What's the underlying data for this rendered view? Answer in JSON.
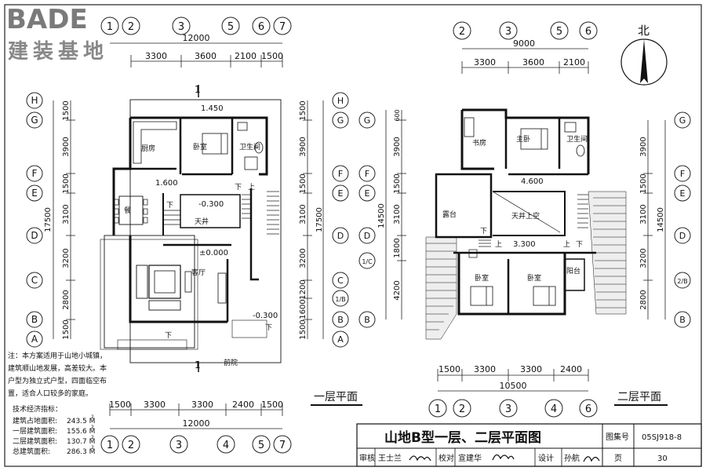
{
  "watermark": {
    "brand": "BADE",
    "name": "建装基地"
  },
  "north": "北",
  "grid_labels": {
    "top_left": [
      "1",
      "2",
      "3",
      "5",
      "6",
      "7"
    ],
    "bottom_left": [
      "1",
      "2",
      "3",
      "4",
      "5",
      "7"
    ],
    "top_right": [
      "2",
      "3",
      "5",
      "6"
    ],
    "bottom_right": [
      "1",
      "2",
      "3",
      "4",
      "6"
    ],
    "rows_left": [
      "H",
      "G",
      "F",
      "E",
      "D",
      "C",
      "B",
      "A"
    ],
    "rows_mid_a": [
      "H",
      "G",
      "F",
      "E",
      "D",
      "C",
      "1/B",
      "B",
      "A"
    ],
    "rows_mid_b": [
      "G",
      "F",
      "E",
      "D",
      "1/C",
      "B"
    ],
    "rows_right": [
      "G",
      "F",
      "E",
      "D",
      "2/B",
      "B"
    ]
  },
  "dims": {
    "top_left_total": "12000",
    "top_left_parts": [
      "3300",
      "3600",
      "2100",
      "1500"
    ],
    "bottom_left_parts": [
      "1500",
      "3300",
      "3300",
      "2400",
      "1500"
    ],
    "bottom_left_total": "12000",
    "top_right_total": "9000",
    "top_right_parts": [
      "3300",
      "3600",
      "2100"
    ],
    "bottom_right_parts": [
      "1500",
      "3300",
      "3300",
      "2400"
    ],
    "bottom_right_total": "10500",
    "left_total": "17500",
    "left_parts": [
      "1500",
      "3900",
      "1500",
      "3100",
      "3200",
      "2800",
      "1500"
    ],
    "mid_a_total": "17500",
    "mid_a_parts": [
      "1500",
      "3900",
      "1500",
      "3100",
      "3200",
      "1200",
      "1600",
      "1500"
    ],
    "mid_b_total": "14500",
    "mid_b_parts": [
      "600",
      "3900",
      "1500",
      "3100",
      "1800",
      "4200"
    ],
    "right_total": "14500",
    "right_parts": [
      "3900",
      "1500",
      "3100",
      "3200",
      "2800"
    ]
  },
  "plan1": {
    "rooms": [
      "厨房",
      "卧室",
      "卫生间",
      "餐",
      "天井",
      "客厅",
      "前院"
    ],
    "levels": [
      "1.450",
      "1.600",
      "-0.300",
      "±0.000",
      "-0.300"
    ],
    "stair_marks": [
      "下",
      "上",
      "下",
      "下",
      "下"
    ],
    "section_mark": "1",
    "title": "一层平面"
  },
  "plan2": {
    "rooms": [
      "书房",
      "主卧",
      "卫生间",
      "露台",
      "天井上空",
      "卧室",
      "卧室",
      "阳台"
    ],
    "levels": [
      "4.600",
      "3.300"
    ],
    "stair_marks": [
      "下",
      "上",
      "上",
      "下"
    ],
    "title": "二层平面"
  },
  "notes": {
    "text": [
      "注：本方案适用于山地小城镇，",
      "建筑顺山地发展，高差较大。本",
      "户型为独立式户型，四面临空布",
      "置，适合人口较多的家庭。"
    ],
    "indicator_title": "技术经济指标：",
    "rows": [
      {
        "label": "建筑占地面积:",
        "value": "243.5 M",
        "sup": "2"
      },
      {
        "label": "一层建筑面积:",
        "value": "155.6 M",
        "sup": "2"
      },
      {
        "label": "二层建筑面积:",
        "value": "130.7 M",
        "sup": "2"
      },
      {
        "label": "总建筑面积:",
        "value": "286.3 M",
        "sup": "2"
      }
    ]
  },
  "title_block": {
    "title": "山地B型一层、二层平面图",
    "atlas_label": "图集号",
    "atlas_no": "05SJ918-8",
    "review_label": "审核",
    "reviewer": "王士兰",
    "check_label": "校对",
    "checker": "宣建华",
    "design_label": "设计",
    "designer": "孙航",
    "page_label": "页",
    "page_no": "30"
  }
}
